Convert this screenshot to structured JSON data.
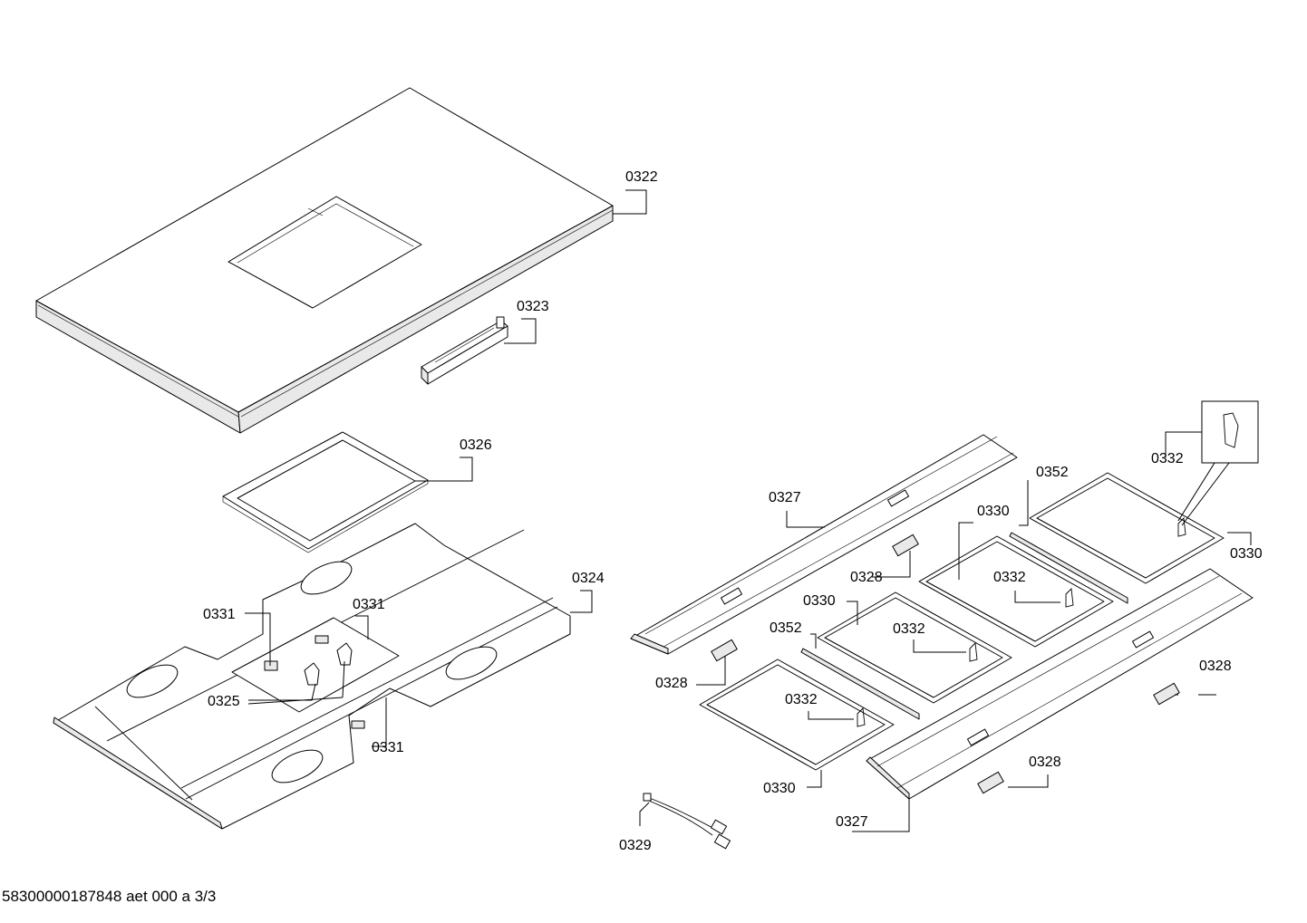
{
  "document_id": "58300000187848 aet 000 a 3/3",
  "callouts": {
    "p0322": "0322",
    "p0323": "0323",
    "p0326": "0326",
    "p0324": "0324",
    "p0331a": "0331",
    "p0331b": "0331",
    "p0331c": "0331",
    "p0325": "0325",
    "p0327a": "0327",
    "p0327b": "0327",
    "p0328a": "0328",
    "p0328b": "0328",
    "p0328c": "0328",
    "p0328d": "0328",
    "p0329": "0329",
    "p0330a": "0330",
    "p0330b": "0330",
    "p0330c": "0330",
    "p0330d": "0330",
    "p0332a": "0332",
    "p0332b": "0332",
    "p0332c": "0332",
    "p0332d": "0332",
    "p0352a": "0352",
    "p0352b": "0352"
  }
}
